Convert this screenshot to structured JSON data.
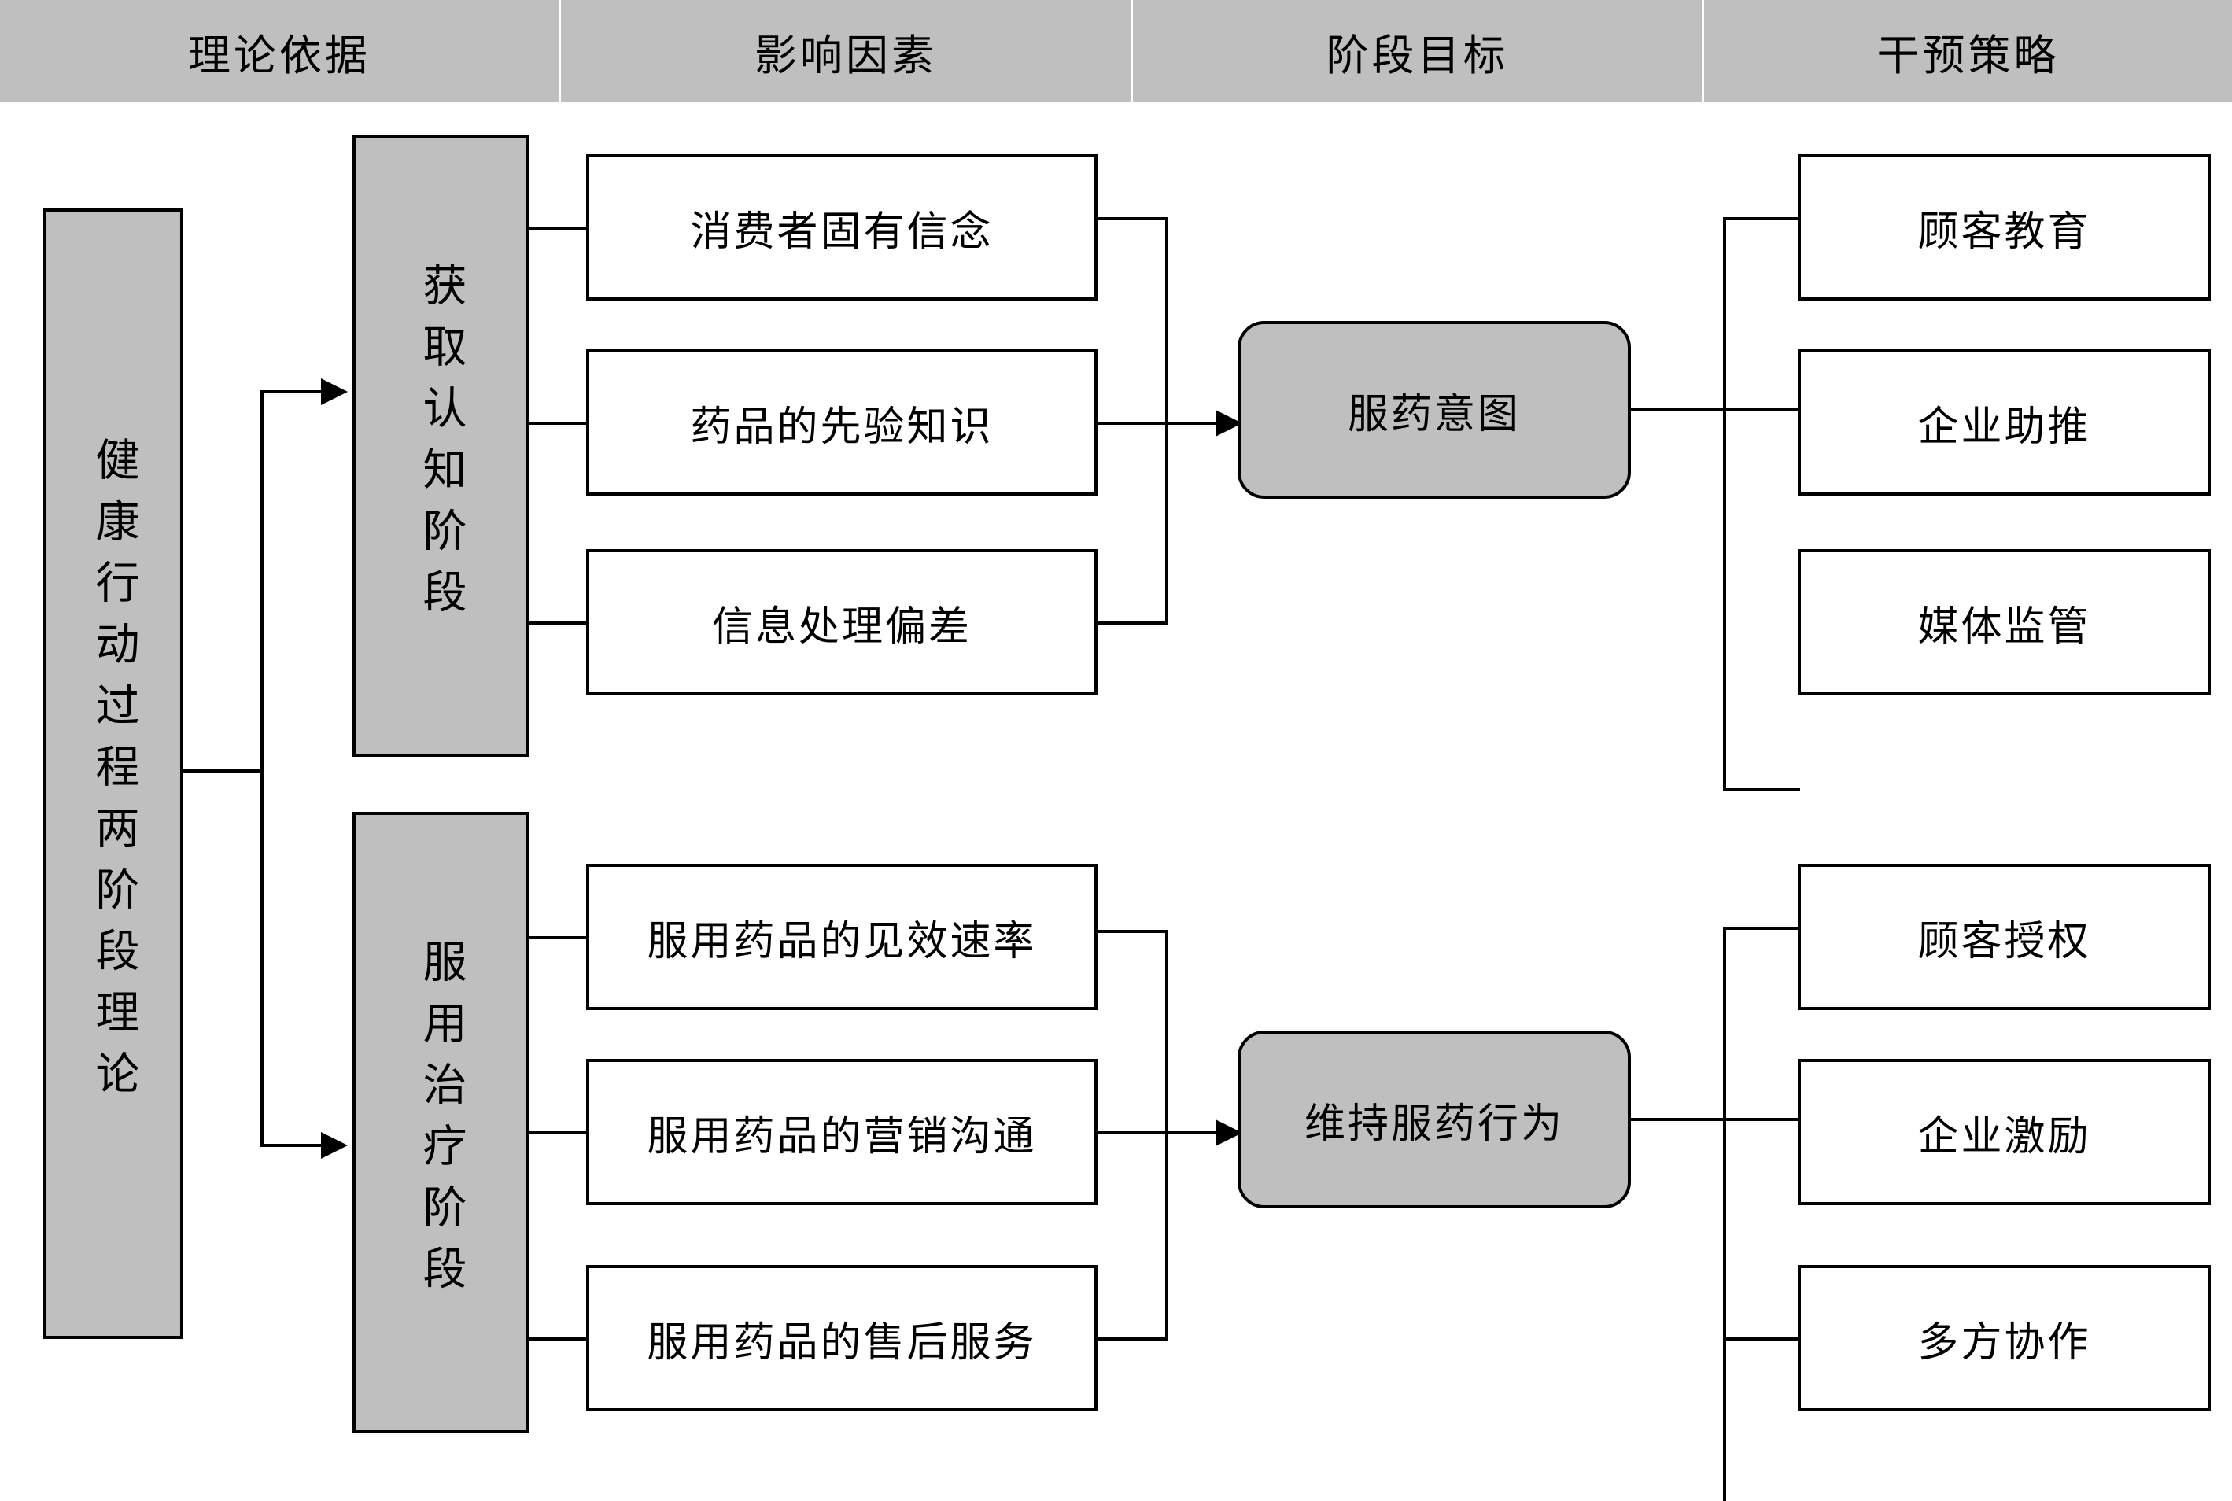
{
  "headers": [
    {
      "label": "理论依据"
    },
    {
      "label": "影响因素"
    },
    {
      "label": "阶段目标"
    },
    {
      "label": "干预策略"
    }
  ],
  "theory": {
    "label": "健康行动过程两阶段理论"
  },
  "stages": [
    {
      "label": "获取认知阶段"
    },
    {
      "label": "服用治疗阶段"
    }
  ],
  "factors": {
    "stage1": [
      {
        "label": "消费者固有信念"
      },
      {
        "label": "药品的先验知识"
      },
      {
        "label": "信息处理偏差"
      }
    ],
    "stage2": [
      {
        "label": "服用药品的见效速率"
      },
      {
        "label": "服用药品的营销沟通"
      },
      {
        "label": "服用药品的售后服务"
      }
    ]
  },
  "goals": [
    {
      "label": "服药意图"
    },
    {
      "label": "维持服药行为"
    }
  ],
  "strategies": {
    "stage1": [
      {
        "label": "顾客教育"
      },
      {
        "label": "企业助推"
      },
      {
        "label": "媒体监管"
      }
    ],
    "stage2": [
      {
        "label": "顾客授权"
      },
      {
        "label": "企业激励"
      },
      {
        "label": "多方协作"
      }
    ]
  },
  "colors": {
    "fill_gray": "#BFBFBF",
    "stroke": "#000000",
    "page_bg": "#FFFFFF"
  }
}
